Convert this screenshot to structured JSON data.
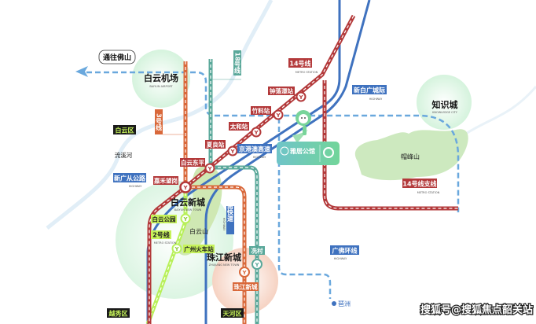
{
  "colors": {
    "line14": "#b3393a",
    "line3": "#d9683a",
    "line18": "#5aa89a",
    "line2": "#b8f05a",
    "highway": "#3f72bf",
    "intercity": "#6aa8dd",
    "district_bg": "#1a1a1a",
    "district_fg": "#c6f25a"
  },
  "foshan": {
    "label": "通往佛山"
  },
  "areas": {
    "airport": {
      "name": "白云机场",
      "en": "BAIYUN AIRPORT"
    },
    "knowledge": {
      "name": "知识城",
      "en": "KNOWLEDGE CITY"
    },
    "baiyun_new": {
      "name": "白云新城",
      "en": "BAIYUN NEW TOWN"
    },
    "zhujiang_new": {
      "name": "珠江新城",
      "en": "ZHUJIANG NEW TOWN"
    },
    "maofeng": {
      "name": "帽峰山"
    },
    "baiyunshan": {
      "name": "白云山"
    },
    "river": {
      "name": "流溪河"
    },
    "pazhou": {
      "name": "琶洲"
    }
  },
  "districts": {
    "baiyun": "白云区",
    "yuexiu": "越秀区",
    "tianhe": "天河区"
  },
  "lines": {
    "l14": {
      "name": "14号线",
      "sub": "METRO STATION"
    },
    "l14b": {
      "name": "14号线支线",
      "sub": "METRO STATION"
    },
    "l3": {
      "name": "3号线",
      "sub": "METRO STATION"
    },
    "l18": {
      "name": "18号线",
      "sub": "METRO STATION"
    },
    "l2": {
      "name": "2号线",
      "sub": "METRO STATION"
    }
  },
  "highways": {
    "xinbai": {
      "name": "新白广城际",
      "sub": "HIGHWAY"
    },
    "jinggang": {
      "name": "京港澳高速",
      "sub": "HIGHWAY"
    },
    "xinguang": {
      "name": "新广从公路",
      "sub": "HIGHWAY"
    },
    "huanan": {
      "name": "华南快速",
      "sub": "HIGHWAY"
    },
    "guangfo": {
      "name": "广佛环线",
      "sub": "HIGHWAY"
    }
  },
  "stations": {
    "zhongluotan": "钟落潭站",
    "zhuliao": "竹料站",
    "taihe": "太和站",
    "xialiang": "夏良站",
    "baiyundongping": "白云东平",
    "jiahewanggang": "嘉禾望岗",
    "baiyungongyuan": "白云公园",
    "guangzhou_rail": "广州火车站",
    "zhujiangxincheng": "珠江新城",
    "xiancun": "冼村"
  },
  "project": {
    "name": "雅居公馆"
  },
  "watermark": "搜狐号@搜狐焦点韶关站"
}
